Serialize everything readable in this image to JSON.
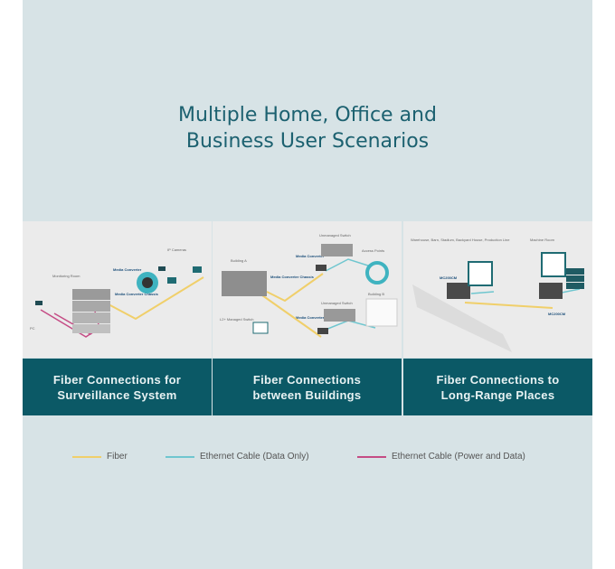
{
  "title_lines": [
    "Multiple Home, Office and",
    "Business User Scenarios"
  ],
  "scenarios": [
    {
      "caption_lines": [
        "Fiber Connections for",
        "Surveillance System"
      ],
      "labels": {
        "room": "Monitoring Room",
        "cameras": "IP Cameras",
        "mc": "Media Converter",
        "chassis": "Media Converter Chassis",
        "pc": "PC"
      }
    },
    {
      "caption_lines": [
        "Fiber Connections",
        "between Buildings"
      ],
      "labels": {
        "building_a": "Building A",
        "switch1": "Unmanaged Switch",
        "mc1": "Media Converter",
        "ap": "Access Points",
        "chassis": "Media Converter Chassis",
        "switch2": "Unmanaged Switch",
        "building_b": "Building B",
        "mc2": "Media Converter",
        "l2": "L2+ Managed Switch"
      }
    },
    {
      "caption_lines": [
        "Fiber Connections to",
        "Long-Range Places"
      ],
      "labels": {
        "site": "Warehouse, Barn, Stadium, Backyard House, Production Line",
        "room": "Machine Room",
        "mc_a": "MC200CM",
        "mc_b": "MC200CM"
      }
    }
  ],
  "legend": [
    {
      "label": "Fiber",
      "color": "#f0cf6a"
    },
    {
      "label": "Ethernet Cable (Data Only)",
      "color": "#6fc6cf"
    },
    {
      "label": "Ethernet Cable (Power and Data)",
      "color": "#c54c85"
    }
  ],
  "colors": {
    "background": "#d7e3e6",
    "caption_bar": "#0b5966",
    "title": "#1c6170"
  }
}
